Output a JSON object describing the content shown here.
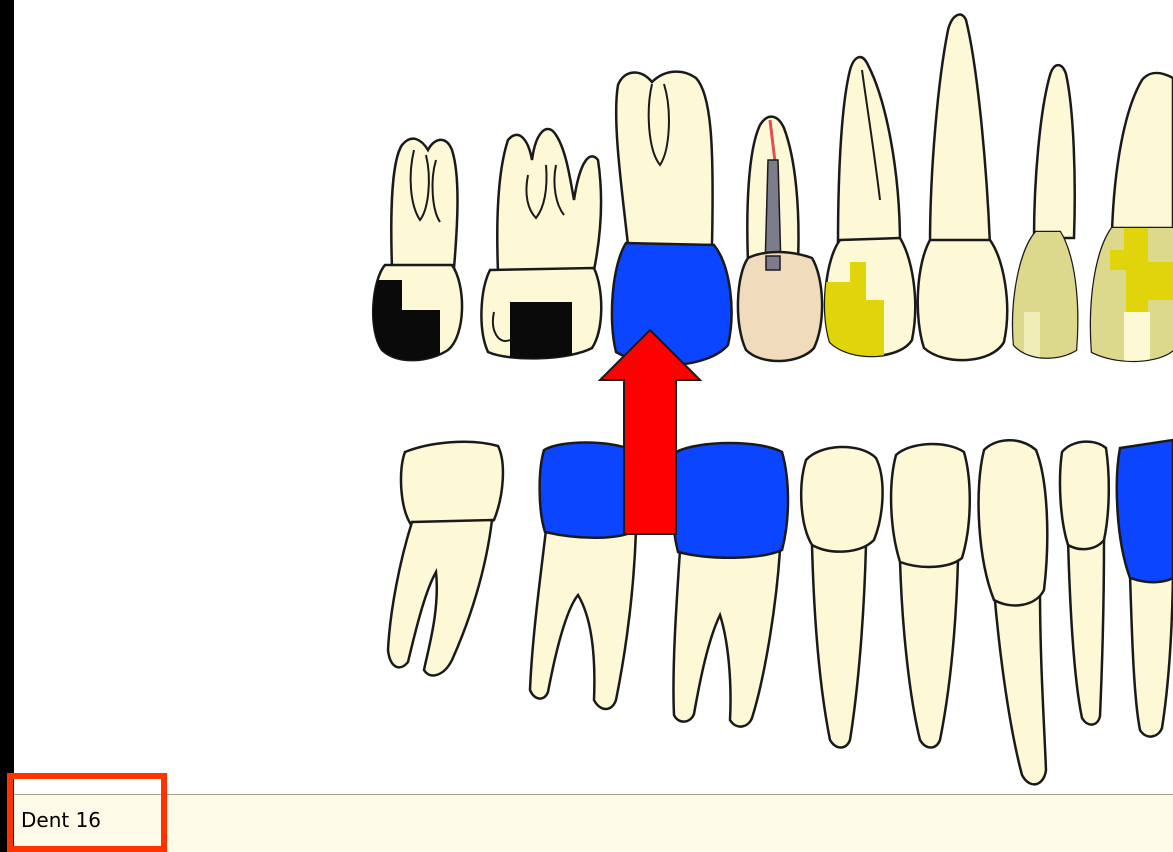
{
  "status_bar": {
    "selected_tooth": "Dent 16"
  },
  "colors": {
    "tooth": "#fdf8d6",
    "outline": "#1a1a1a",
    "crown_blue": "#0b45ff",
    "caries_black": "#0a0a0a",
    "composite_yellow": "#e0d40a",
    "composite_light": "#ddd98c",
    "prosthesis_beige": "#f0dcbc",
    "post_grey": "#7c7c8c",
    "root_canal_red": "#e05050",
    "arrow_red": "#ff0000",
    "highlight_orange": "#ff3300"
  },
  "teeth": {
    "upper": [
      {
        "name": "upper-molar-1",
        "state": "caries"
      },
      {
        "name": "upper-molar-2",
        "state": "caries"
      },
      {
        "name": "upper-molar-3-selected",
        "state": "crown"
      },
      {
        "name": "upper-premolar-1",
        "state": "root-canal-post"
      },
      {
        "name": "upper-premolar-2",
        "state": "composite"
      },
      {
        "name": "upper-canine",
        "state": "healthy"
      },
      {
        "name": "upper-lateral-incisor",
        "state": "composite"
      },
      {
        "name": "upper-central-incisor",
        "state": "composite"
      }
    ],
    "lower": [
      {
        "name": "lower-molar-1",
        "state": "healthy"
      },
      {
        "name": "lower-molar-2",
        "state": "crown"
      },
      {
        "name": "lower-molar-3",
        "state": "crown"
      },
      {
        "name": "lower-premolar-1",
        "state": "healthy"
      },
      {
        "name": "lower-premolar-2",
        "state": "healthy"
      },
      {
        "name": "lower-canine",
        "state": "healthy"
      },
      {
        "name": "lower-lateral-incisor",
        "state": "healthy"
      },
      {
        "name": "lower-central-incisor",
        "state": "crown"
      }
    ]
  }
}
